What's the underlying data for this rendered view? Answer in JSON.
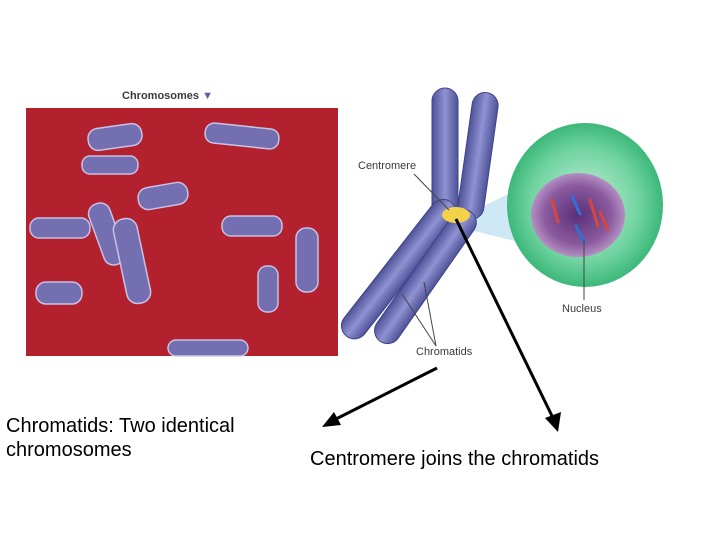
{
  "figure": {
    "photo_title": "Chromosomes",
    "centromere_label": "Centromere",
    "nucleus_label": "Nucleus",
    "chromatids_label": "Chromatids"
  },
  "captions": {
    "chromatids_line1": "Chromatids:  Two identical",
    "chromatids_line2": "chromosomes",
    "centromere": "Centromere joins the chromatids"
  },
  "colors": {
    "photo_background": "#b3202e",
    "chromosome": "#6f73b8",
    "cell_outer": "#4cc58a",
    "nucleus": "#8a5a9e",
    "centromere": "#f3d24a"
  }
}
